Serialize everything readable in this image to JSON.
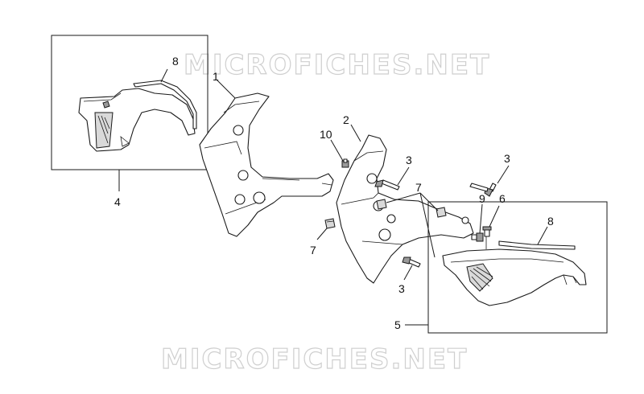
{
  "watermark": {
    "top": "MICROFICHES.NET",
    "bottom": "MICROFICHES.NET"
  },
  "callouts": {
    "c1": "1",
    "c2": "2",
    "c3a": "3",
    "c3b": "3",
    "c3c": "3",
    "c4": "4",
    "c5": "5",
    "c6": "6",
    "c7a": "7",
    "c7b": "7",
    "c8a": "8",
    "c8b": "8",
    "c9": "9",
    "c10": "10"
  }
}
